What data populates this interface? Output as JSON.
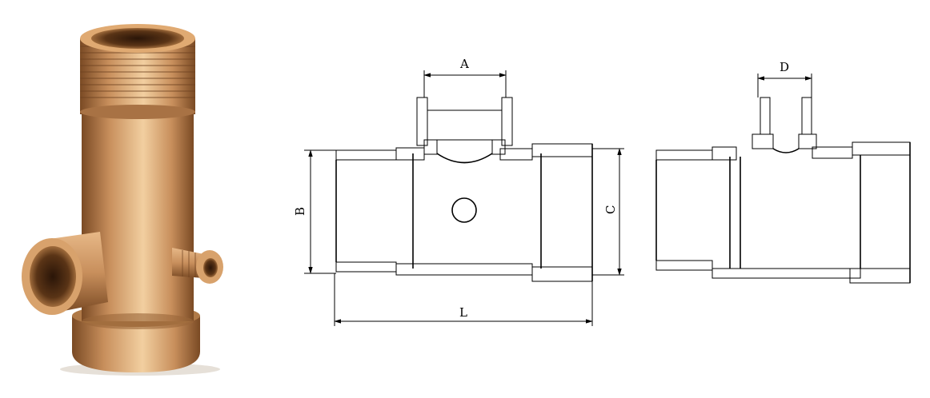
{
  "photo": {
    "subject_icon": "brass-pipe-fitting",
    "colors": {
      "light": "#f2cfa0",
      "mid": "#c88f5c",
      "dark": "#7a4a24"
    }
  },
  "drawing1": {
    "labels": {
      "a": "A",
      "b": "B",
      "c": "C",
      "l": "L"
    }
  },
  "drawing2": {
    "labels": {
      "d": "D"
    }
  }
}
